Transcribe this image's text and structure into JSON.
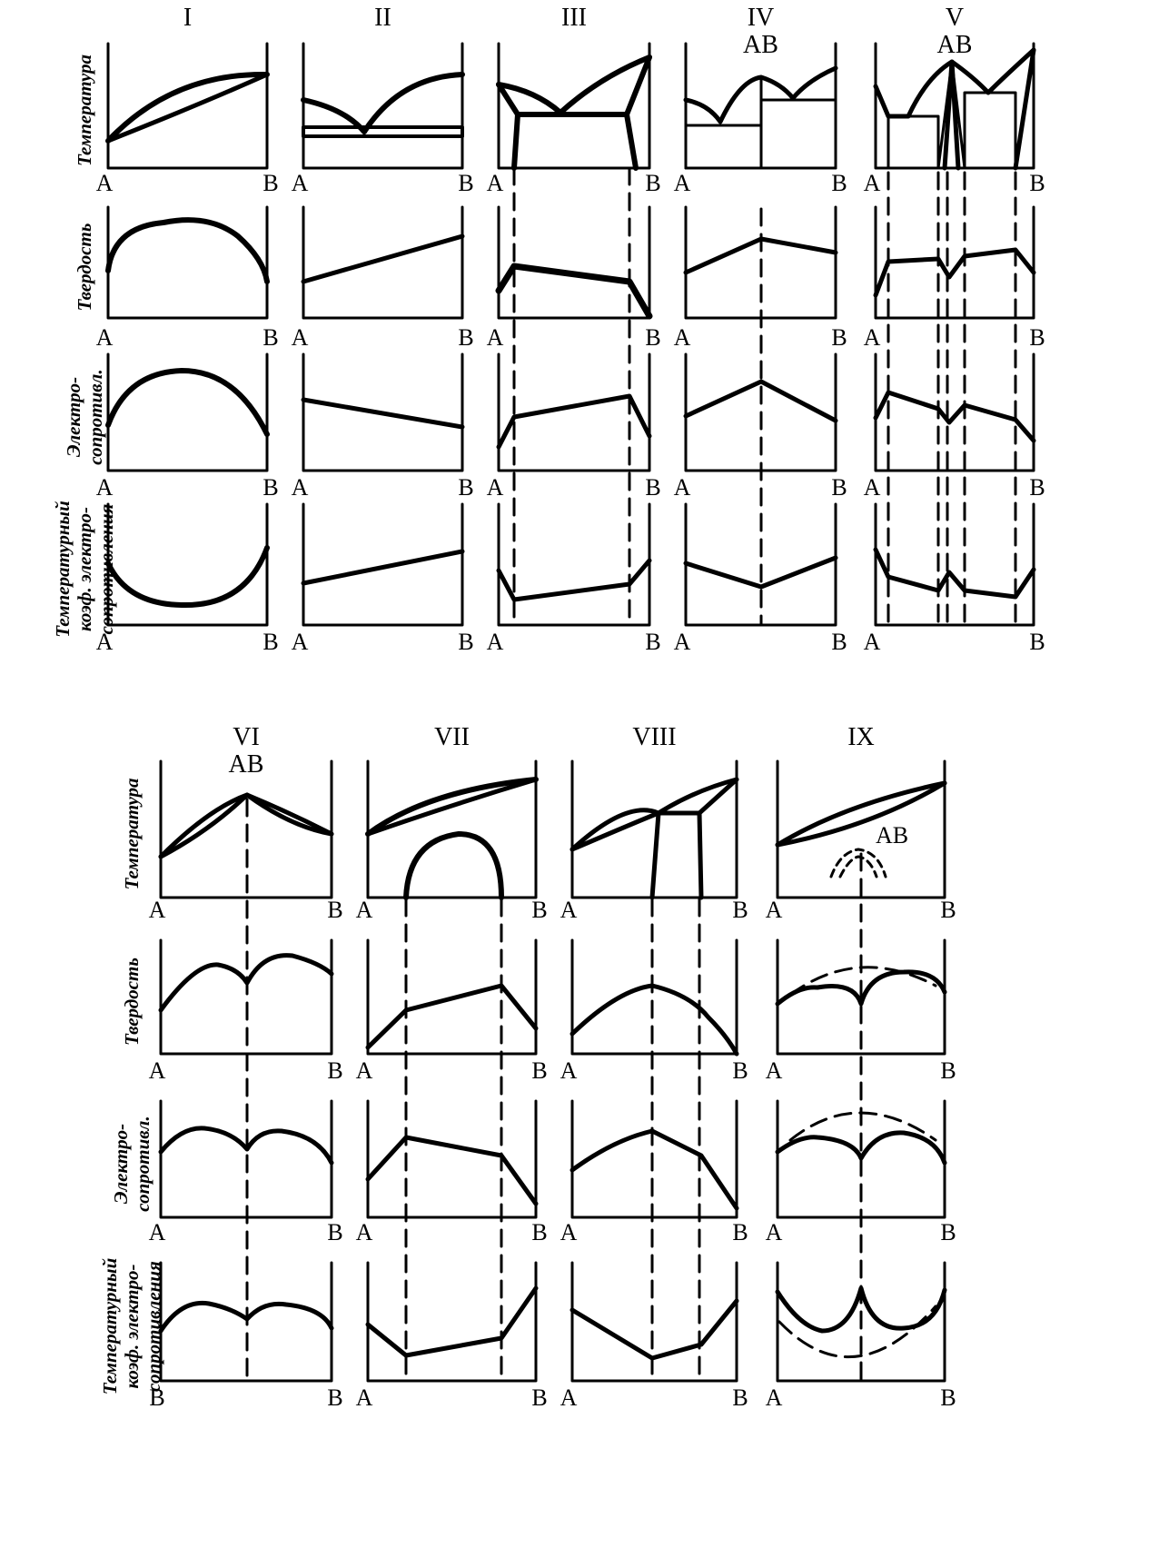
{
  "figure": {
    "ink_color": "#000000",
    "background": "#ffffff",
    "row_labels": [
      [
        "Температура"
      ],
      [
        "Твердость"
      ],
      [
        "Электро-",
        "сопротивл."
      ],
      [
        "Температурный",
        "коэф. электро-",
        "сопротивления"
      ]
    ],
    "top_block": {
      "columns": [
        {
          "roman": "I",
          "compound": ""
        },
        {
          "roman": "II",
          "compound": ""
        },
        {
          "roman": "III",
          "compound": ""
        },
        {
          "roman": "IV",
          "compound": "AB"
        },
        {
          "roman": "V",
          "compound": "AB"
        }
      ],
      "axis_labels": [
        [
          [
            "A",
            "B"
          ],
          [
            "A",
            "B"
          ],
          [
            "A",
            "B"
          ],
          [
            "A",
            "B"
          ]
        ],
        [
          [
            "A",
            "B"
          ],
          [
            "A",
            "B"
          ],
          [
            "A",
            "B"
          ],
          [
            "A",
            "B"
          ]
        ],
        [
          [
            "A",
            "B"
          ],
          [
            "A",
            "B"
          ],
          [
            "A",
            "B"
          ],
          [
            "A",
            "B"
          ]
        ],
        [
          [
            "A",
            "B"
          ],
          [
            "A",
            "B"
          ],
          [
            "A",
            "B"
          ],
          [
            "A",
            "B"
          ]
        ],
        [
          [
            "A",
            "B"
          ],
          [
            "A",
            "B"
          ],
          [
            "A",
            "B"
          ],
          [
            "A",
            "B"
          ]
        ]
      ]
    },
    "bottom_block": {
      "columns": [
        {
          "roman": "VI",
          "compound": "AB"
        },
        {
          "roman": "VII",
          "compound": ""
        },
        {
          "roman": "VIII",
          "compound": ""
        },
        {
          "roman": "IX",
          "compound": ""
        }
      ],
      "inset_label_ix": "AB",
      "axis_labels": [
        [
          [
            "A",
            "B"
          ],
          [
            "A",
            "B"
          ],
          [
            "A",
            "B"
          ],
          [
            "B",
            "B"
          ]
        ],
        [
          [
            "A",
            "B"
          ],
          [
            "A",
            "B"
          ],
          [
            "A",
            "B"
          ],
          [
            "A",
            "B"
          ]
        ],
        [
          [
            "A",
            "B"
          ],
          [
            "A",
            "B"
          ],
          [
            "A",
            "B"
          ],
          [
            "A",
            "B"
          ]
        ],
        [
          [
            "A",
            "B"
          ],
          [
            "A",
            "B"
          ],
          [
            "A",
            "B"
          ],
          [
            "A",
            "B"
          ]
        ]
      ]
    }
  }
}
